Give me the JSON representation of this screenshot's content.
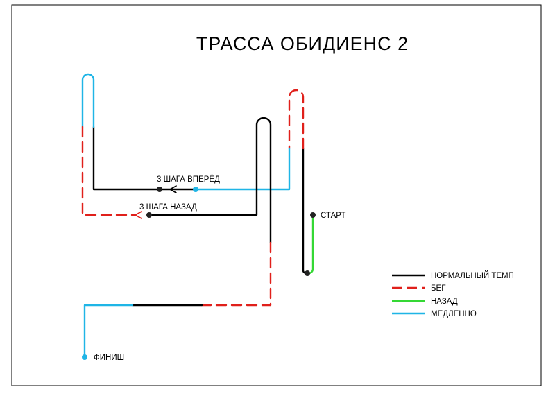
{
  "title": "ТРАССА  ОБИДИЕНС  2",
  "labels": {
    "start": "СТАРТ",
    "finish": "ФИНИШ",
    "forward": "3 ШАГА ВПЕРЁД",
    "back": "3 ШАГА НАЗАД"
  },
  "legend": {
    "items": [
      {
        "label": "НОРМАЛЬНЫЙ ТЕМП",
        "style": "normal"
      },
      {
        "label": "БЕГ",
        "style": "run"
      },
      {
        "label": "НАЗАД",
        "style": "back"
      },
      {
        "label": "МЕДЛЕННО",
        "style": "slow"
      }
    ]
  },
  "colors": {
    "normal": "#000000",
    "run": "#e0201b",
    "back": "#35d835",
    "slow": "#1fb5e6"
  }
}
